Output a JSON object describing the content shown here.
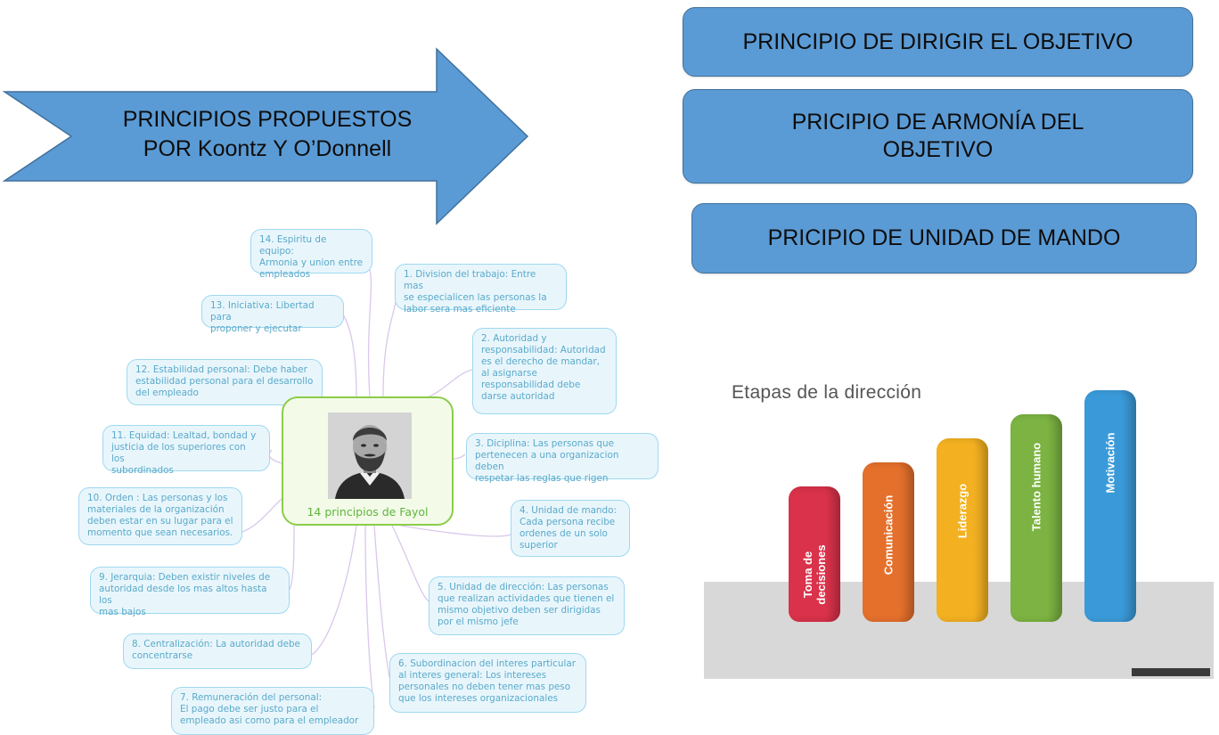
{
  "arrow": {
    "line1": "PRINCIPIOS PROPUESTOS",
    "line2": "POR Koontz Y O’Donnell",
    "fill": "#5b9bd5",
    "stroke": "#41719c"
  },
  "principles": [
    "PRINCIPIO DE DIRIGIR EL OBJETIVO",
    "PRICIPIO DE ARMONÍA DEL OBJETIVO",
    "PRICIPIO DE UNIDAD DE MANDO"
  ],
  "mindmap": {
    "center_label": "14 principios de Fayol",
    "nodes": [
      "14. Espiritu de equipo:\nArmonia y union entre\nempleados",
      "1. Division del trabajo: Entre mas\nse especialicen las personas la\nlabor sera mas eficiente",
      "13. Iniciativa: Libertad para\nproponer y ejecutar",
      "2. Autoridad y\nresponsabilidad: Autoridad\nes el derecho de mandar,\nal asignarse\nresponsabilidad debe\ndarse autoridad",
      "12. Estabilidad personal: Debe haber\nestabilidad personal para el desarrollo\ndel empleado",
      "11. Equidad: Lealtad, bondad y\njusticia de los superiores con los\nsubordinados",
      "3. Diciplina: Las personas que\npertenecen a una organizacion deben\nrespetar las reglas que rigen",
      "10. Orden : Las personas y los\nmateriales de la organización\ndeben estar en su lugar para el\nmomento que sean necesarios.",
      "4. Unidad de mando:\nCada persona recibe\nordenes de un solo\nsuperior",
      "9. Jerarquia: Deben existir niveles de\nautoridad desde los mas altos hasta los\nmas bajos",
      "5. Unidad de dirección: Las personas\nque realizan actividades que tienen el\nmismo objetivo deben ser dirigidas\npor el mismo jefe",
      "8. Centralización: La autoridad debe\nconcentrarse",
      "6. Subordinacion del interes particular\nal interes general: Los intereses\npersonales no deben tener mas peso\nque los intereses organizacionales",
      "7. Remuneración del personal:\nEl pago debe ser justo para el\nempleado asi como para el empleador"
    ]
  },
  "etapas": {
    "title": "Etapas de la dirección",
    "stages": [
      {
        "label": "Toma de\ndecisiones",
        "color": "#d9324a",
        "level": 1
      },
      {
        "label": "Comunicación",
        "color": "#e4702c",
        "level": 2
      },
      {
        "label": "Liderazgo",
        "color": "#f3b121",
        "level": 3
      },
      {
        "label": "Talento humano",
        "color": "#7cb342",
        "level": 4
      },
      {
        "label": "Motivación",
        "color": "#3a9ad9",
        "level": 5
      }
    ]
  }
}
